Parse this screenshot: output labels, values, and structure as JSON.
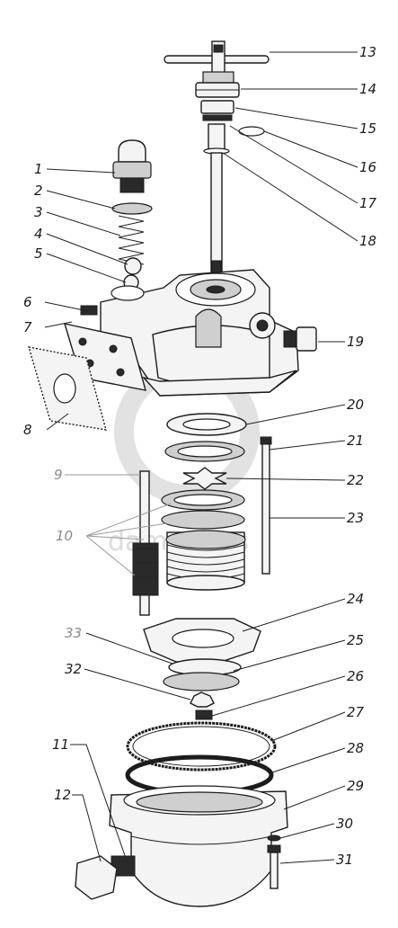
{
  "watermark": {
    "text": "dams.pars"
  },
  "labels": [
    {
      "id": "13",
      "text": "13",
      "faint": false
    },
    {
      "id": "14",
      "text": "14",
      "faint": false
    },
    {
      "id": "15",
      "text": "15",
      "faint": false
    },
    {
      "id": "16",
      "text": "16",
      "faint": false
    },
    {
      "id": "17",
      "text": "17",
      "faint": false
    },
    {
      "id": "18",
      "text": "18",
      "faint": false
    },
    {
      "id": "1",
      "text": "1",
      "faint": false
    },
    {
      "id": "2",
      "text": "2",
      "faint": false
    },
    {
      "id": "3",
      "text": "3",
      "faint": false
    },
    {
      "id": "4",
      "text": "4",
      "faint": false
    },
    {
      "id": "5",
      "text": "5",
      "faint": false
    },
    {
      "id": "6",
      "text": "6",
      "faint": false
    },
    {
      "id": "7",
      "text": "7",
      "faint": false
    },
    {
      "id": "8",
      "text": "8",
      "faint": false
    },
    {
      "id": "19",
      "text": "19",
      "faint": false
    },
    {
      "id": "20",
      "text": "20",
      "faint": false
    },
    {
      "id": "21",
      "text": "21",
      "faint": false
    },
    {
      "id": "22",
      "text": "22",
      "faint": false
    },
    {
      "id": "23",
      "text": "23",
      "faint": false
    },
    {
      "id": "9",
      "text": "9",
      "faint": true
    },
    {
      "id": "10",
      "text": "10",
      "faint": true
    },
    {
      "id": "24",
      "text": "24",
      "faint": false
    },
    {
      "id": "25",
      "text": "25",
      "faint": false
    },
    {
      "id": "33",
      "text": "33",
      "faint": true
    },
    {
      "id": "32",
      "text": "32",
      "faint": false
    },
    {
      "id": "26",
      "text": "26",
      "faint": false
    },
    {
      "id": "27",
      "text": "27",
      "faint": false
    },
    {
      "id": "11",
      "text": "11",
      "faint": false
    },
    {
      "id": "28",
      "text": "28",
      "faint": false
    },
    {
      "id": "12",
      "text": "12",
      "faint": false
    },
    {
      "id": "29",
      "text": "29",
      "faint": false
    },
    {
      "id": "30",
      "text": "30",
      "faint": false
    },
    {
      "id": "31",
      "text": "31",
      "faint": false
    }
  ]
}
